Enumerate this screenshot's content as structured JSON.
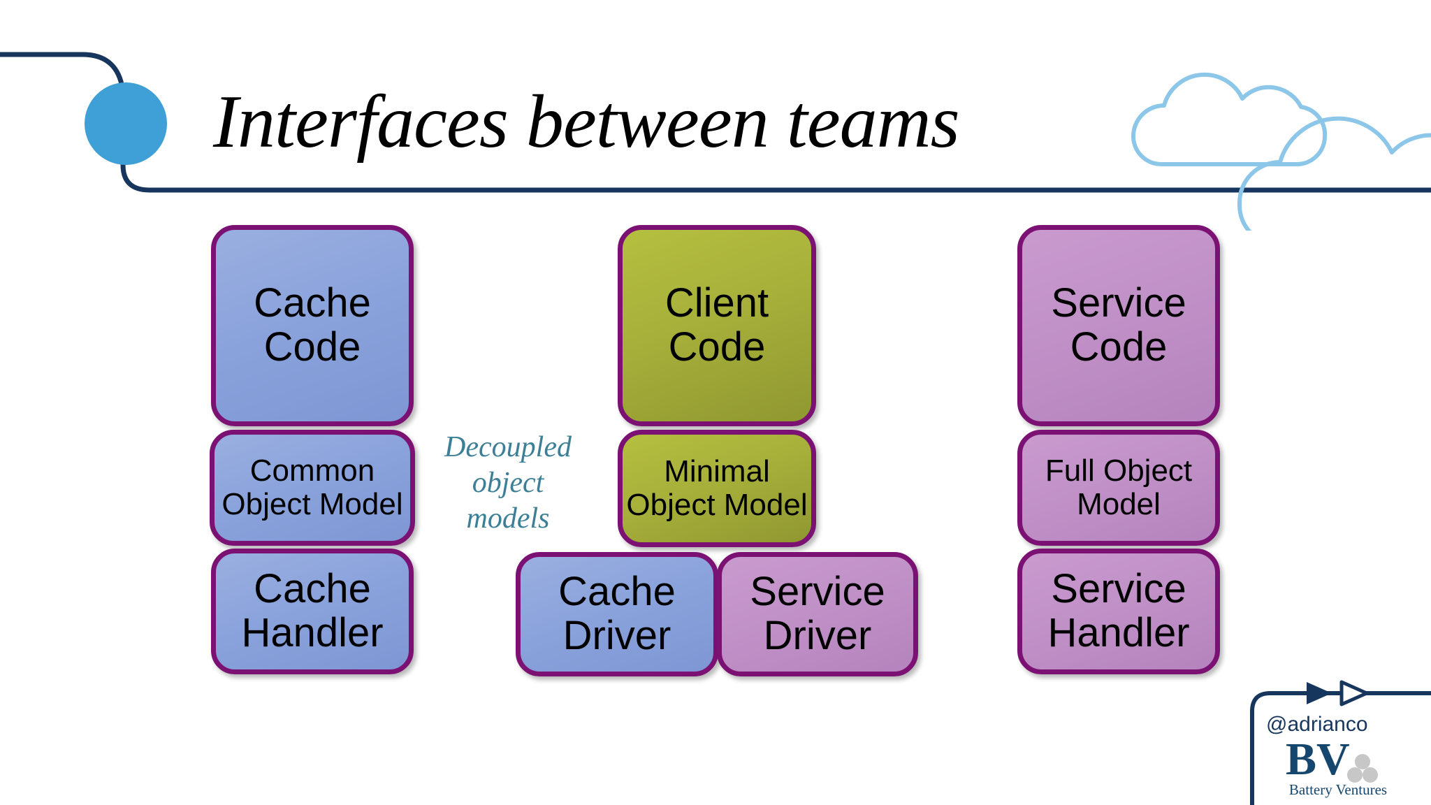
{
  "slide": {
    "title": "Interfaces between teams",
    "background_color": "#ffffff"
  },
  "decor": {
    "bullet_icon": "blue-circle-bullet",
    "bullet_color": "#3fa0d8",
    "frame_line_color": "#17365d",
    "cloud_outline_color": "#8cc6e8",
    "clouds": 2
  },
  "diagram": {
    "border_color": "#7b1273",
    "palette": {
      "blue": "#8ba3dc",
      "olive": "#a7b03a",
      "orchid": "#c091c7"
    },
    "annotation": "Decoupled\nobject\nmodels",
    "annotation_color": "#3d7f96",
    "columns": [
      {
        "name": "cache-column",
        "nodes": [
          {
            "id": "cache-code",
            "label": "Cache\nCode",
            "fill": "blue"
          },
          {
            "id": "common-om",
            "label": "Common\nObject Model",
            "fill": "blue"
          },
          {
            "id": "cache-handler",
            "label": "Cache\nHandler",
            "fill": "blue"
          }
        ]
      },
      {
        "name": "client-column",
        "nodes": [
          {
            "id": "client-code",
            "label": "Client\nCode",
            "fill": "olive"
          },
          {
            "id": "minimal-om",
            "label": "Minimal\nObject Model",
            "fill": "olive"
          },
          {
            "id": "cache-driver",
            "label": "Cache\nDriver",
            "fill": "blue"
          },
          {
            "id": "service-driver",
            "label": "Service\nDriver",
            "fill": "orchid"
          }
        ]
      },
      {
        "name": "service-column",
        "nodes": [
          {
            "id": "service-code",
            "label": "Service\nCode",
            "fill": "orchid"
          },
          {
            "id": "full-om",
            "label": "Full Object\nModel",
            "fill": "orchid"
          },
          {
            "id": "service-handler",
            "label": "Service\nHandler",
            "fill": "orchid"
          }
        ]
      }
    ]
  },
  "footer": {
    "handle": "@adrianco",
    "brand_mark": "BV",
    "brand_name": "Battery Ventures",
    "brand_color": "#14466e",
    "dots_color": "#c7c7c7",
    "arrow_filled_icon": "arrow-right-filled",
    "arrow_outline_icon": "arrow-right-outline"
  }
}
